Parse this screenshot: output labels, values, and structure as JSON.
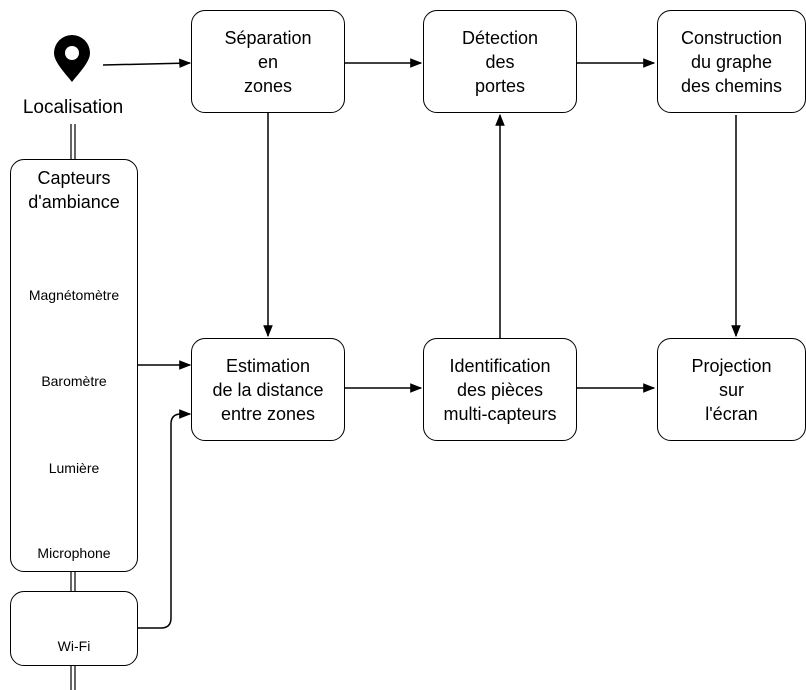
{
  "input": {
    "location_label": "Localisation",
    "location_icon": "location-pin-icon"
  },
  "sensors": {
    "title": "Capteurs\nd'ambiance",
    "items": [
      {
        "label": "Magnétomètre",
        "icon": "magnet-icon"
      },
      {
        "label": "Baromètre",
        "icon": "barometer-icon"
      },
      {
        "label": "Lumière",
        "icon": "lightbulb-icon"
      },
      {
        "label": "Microphone",
        "icon": "speaker-icon"
      }
    ]
  },
  "wifi": {
    "label": "Wi-Fi",
    "icon": "wifi-icon"
  },
  "process": {
    "separation": "Séparation\nen\nzones",
    "detection": "Détection\ndes\nportes",
    "construction": "Construction\ndu graphe\ndes chemins",
    "estimation": "Estimation\nde la distance\nentre zones",
    "identification": "Identification\ndes pièces\nmulti-capteurs",
    "projection": "Projection\nsur\nl'écran"
  }
}
